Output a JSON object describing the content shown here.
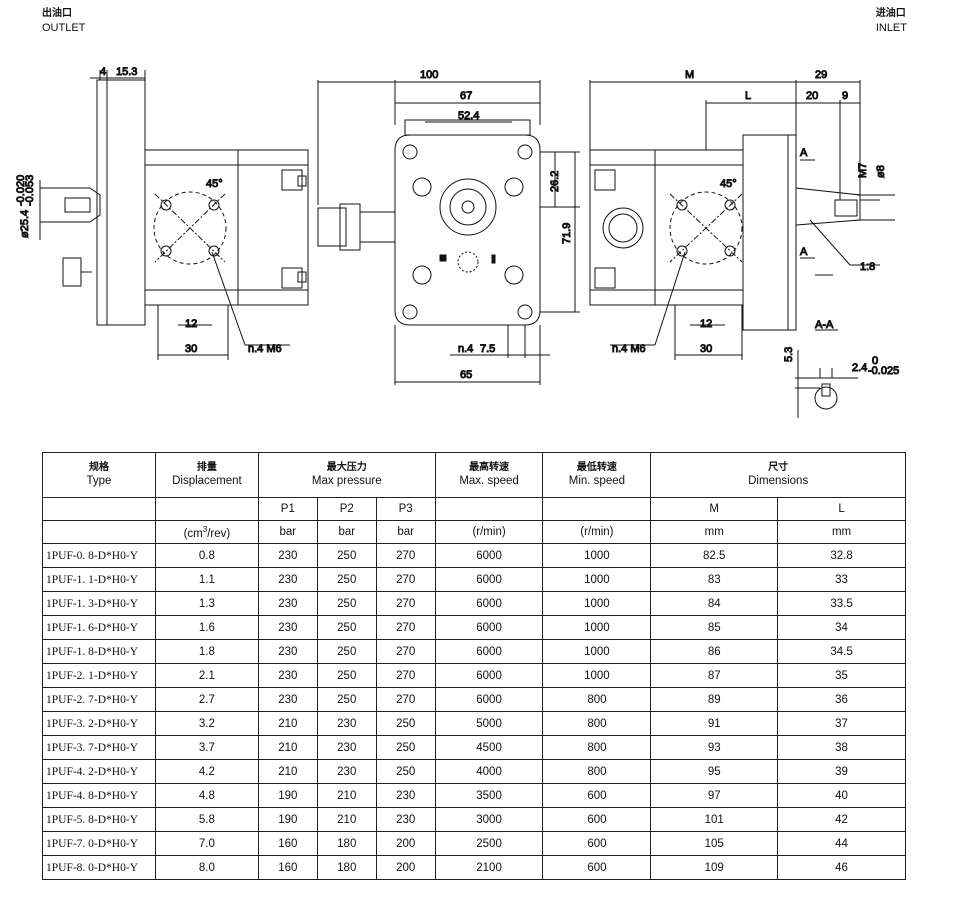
{
  "labels": {
    "outlet_cn": "出油口",
    "outlet_en": "OUTLET",
    "inlet_cn": "进油口",
    "inlet_en": "INLET"
  },
  "dims": {
    "d4": "4",
    "d15_3": "15.3",
    "d100": "100",
    "d67": "67",
    "d52_4": "52.4",
    "d26_2": "26.2",
    "d71_9": "71.9",
    "d65": "65",
    "d7_5": "7.5",
    "n4m6_mid": "n.4",
    "m": "M",
    "l": "L",
    "d29": "29",
    "d20": "20",
    "d9": "9",
    "m7": "M7",
    "phi8": "ø8",
    "ratio": "1:8",
    "a_label": "A",
    "section": "A-A",
    "d5_3": "5.3",
    "d2_4": "2.4",
    "tol_2_4_upper": "0",
    "tol_2_4_lower": "-0.025",
    "phi25_4": "ø25.4",
    "tol_25_upper": "-0.020",
    "tol_25_lower": "-0.053",
    "angle": "45°",
    "d12": "12",
    "d30": "30",
    "n4m6": "n.4  M6",
    "m6": "M6"
  },
  "table": {
    "headers": {
      "type_cn": "规格",
      "type_en": "Type",
      "disp_cn": "排量",
      "disp_en": "Displacement",
      "press_cn": "最大压力",
      "press_en": "Max pressure",
      "maxs_cn": "最高转速",
      "maxs_en": "Max. speed",
      "mins_cn": "最低转速",
      "mins_en": "Min. speed",
      "dim_cn": "尺寸",
      "dim_en": "Dimensions",
      "p1": "P1",
      "p2": "P2",
      "p3": "P3",
      "m": "M",
      "l": "L"
    },
    "units": {
      "disp_pre": "(cm",
      "disp_sup": "3",
      "disp_post": "/rev)",
      "p1": "bar",
      "p2": "bar",
      "p3": "bar",
      "maxs": "(r/min)",
      "mins": "(r/min)",
      "m": "mm",
      "l": "mm"
    },
    "rows": [
      {
        "type": "1PUF-0. 8-D*H0-Y",
        "disp": "0.8",
        "p1": "230",
        "p2": "250",
        "p3": "270",
        "maxs": "6000",
        "mins": "1000",
        "m": "82.5",
        "l": "32.8"
      },
      {
        "type": "1PUF-1. 1-D*H0-Y",
        "disp": "1.1",
        "p1": "230",
        "p2": "250",
        "p3": "270",
        "maxs": "6000",
        "mins": "1000",
        "m": "83",
        "l": "33"
      },
      {
        "type": "1PUF-1. 3-D*H0-Y",
        "disp": "1.3",
        "p1": "230",
        "p2": "250",
        "p3": "270",
        "maxs": "6000",
        "mins": "1000",
        "m": "84",
        "l": "33.5"
      },
      {
        "type": "1PUF-1. 6-D*H0-Y",
        "disp": "1.6",
        "p1": "230",
        "p2": "250",
        "p3": "270",
        "maxs": "6000",
        "mins": "1000",
        "m": "85",
        "l": "34"
      },
      {
        "type": "1PUF-1. 8-D*H0-Y",
        "disp": "1.8",
        "p1": "230",
        "p2": "250",
        "p3": "270",
        "maxs": "6000",
        "mins": "1000",
        "m": "86",
        "l": "34.5"
      },
      {
        "type": "1PUF-2. 1-D*H0-Y",
        "disp": "2.1",
        "p1": "230",
        "p2": "250",
        "p3": "270",
        "maxs": "6000",
        "mins": "1000",
        "m": "87",
        "l": "35"
      },
      {
        "type": "1PUF-2. 7-D*H0-Y",
        "disp": "2.7",
        "p1": "230",
        "p2": "250",
        "p3": "270",
        "maxs": "6000",
        "mins": "800",
        "m": "89",
        "l": "36"
      },
      {
        "type": "1PUF-3. 2-D*H0-Y",
        "disp": "3.2",
        "p1": "210",
        "p2": "230",
        "p3": "250",
        "maxs": "5000",
        "mins": "800",
        "m": "91",
        "l": "37"
      },
      {
        "type": "1PUF-3. 7-D*H0-Y",
        "disp": "3.7",
        "p1": "210",
        "p2": "230",
        "p3": "250",
        "maxs": "4500",
        "mins": "800",
        "m": "93",
        "l": "38"
      },
      {
        "type": "1PUF-4. 2-D*H0-Y",
        "disp": "4.2",
        "p1": "210",
        "p2": "230",
        "p3": "250",
        "maxs": "4000",
        "mins": "800",
        "m": "95",
        "l": "39"
      },
      {
        "type": "1PUF-4. 8-D*H0-Y",
        "disp": "4.8",
        "p1": "190",
        "p2": "210",
        "p3": "230",
        "maxs": "3500",
        "mins": "600",
        "m": "97",
        "l": "40"
      },
      {
        "type": "1PUF-5. 8-D*H0-Y",
        "disp": "5.8",
        "p1": "190",
        "p2": "210",
        "p3": "230",
        "maxs": "3000",
        "mins": "600",
        "m": "101",
        "l": "42"
      },
      {
        "type": "1PUF-7. 0-D*H0-Y",
        "disp": "7.0",
        "p1": "160",
        "p2": "180",
        "p3": "200",
        "maxs": "2500",
        "mins": "600",
        "m": "105",
        "l": "44"
      },
      {
        "type": "1PUF-8. 0-D*H0-Y",
        "disp": "8.0",
        "p1": "160",
        "p2": "180",
        "p3": "200",
        "maxs": "2100",
        "mins": "600",
        "m": "109",
        "l": "46"
      }
    ]
  }
}
